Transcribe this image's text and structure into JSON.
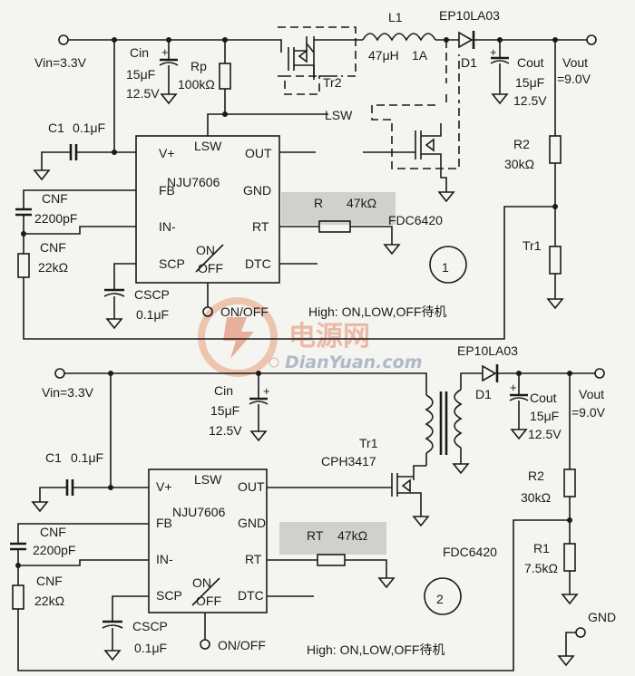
{
  "watermark": {
    "cn": "电源网",
    "en": "DianYuan.com"
  },
  "c1": {
    "vin": "Vin=3.3V",
    "cin": [
      "Cin",
      "15μF",
      "12.5V"
    ],
    "rp": [
      "Rp",
      "100kΩ"
    ],
    "l1": [
      "L1",
      "47μH",
      "1A"
    ],
    "diode_part": "EP10LA03",
    "d1": "D1",
    "tr2": "Tr2",
    "lsw": "LSW",
    "cout": [
      "Cout",
      "15μF",
      "12.5V"
    ],
    "vout": [
      "Vout",
      "=9.0V"
    ],
    "c1cap": [
      "C1",
      "0.1μF"
    ],
    "ic": "NJU7606",
    "pins_left": [
      "V+",
      "FB",
      "IN-",
      "SCP"
    ],
    "pins_right": [
      "OUT",
      "GND",
      "RT",
      "DTC"
    ],
    "pin_lsw": "LSW",
    "pin_onoff": [
      "ON",
      "OFF"
    ],
    "cnf": [
      "CNF",
      "2200pF"
    ],
    "rnf": [
      "CNF",
      "22kΩ"
    ],
    "r": [
      "R",
      "47kΩ"
    ],
    "fdc": "FDC6420",
    "r2": [
      "R2",
      "30kΩ"
    ],
    "tr1": "Tr1",
    "cscp": [
      "CSCP",
      "0.1μF"
    ],
    "onoff": "ON/OFF",
    "note": "High: ON,LOW,OFF待机",
    "num": "1"
  },
  "c2": {
    "vin": "Vin=3.3V",
    "cin": [
      "Cin",
      "15μF",
      "12.5V"
    ],
    "diode_part": "EP10LA03",
    "d1": "D1",
    "cout": [
      "Cout",
      "15μF",
      "12.5V"
    ],
    "vout": [
      "Vout",
      "=9.0V"
    ],
    "c1cap": [
      "C1",
      "0.1μF"
    ],
    "tr1": [
      "Tr1",
      "CPH3417"
    ],
    "ic": "NJU7606",
    "pins_left": [
      "V+",
      "FB",
      "IN-",
      "SCP"
    ],
    "pins_right": [
      "OUT",
      "GND",
      "RT",
      "DTC"
    ],
    "pin_lsw": "LSW",
    "pin_onoff": [
      "ON",
      "OFF"
    ],
    "cnf": [
      "CNF",
      "2200pF"
    ],
    "rnf": [
      "CNF",
      "22kΩ"
    ],
    "rt": [
      "RT",
      "47kΩ"
    ],
    "fdc": "FDC6420",
    "r2": [
      "R2",
      "30kΩ"
    ],
    "r1": [
      "R1",
      "7.5kΩ"
    ],
    "gnd": "GND",
    "cscp": [
      "CSCP",
      "0.1μF"
    ],
    "onoff": "ON/OFF",
    "note": "High: ON,LOW,OFF待机",
    "num": "2"
  }
}
